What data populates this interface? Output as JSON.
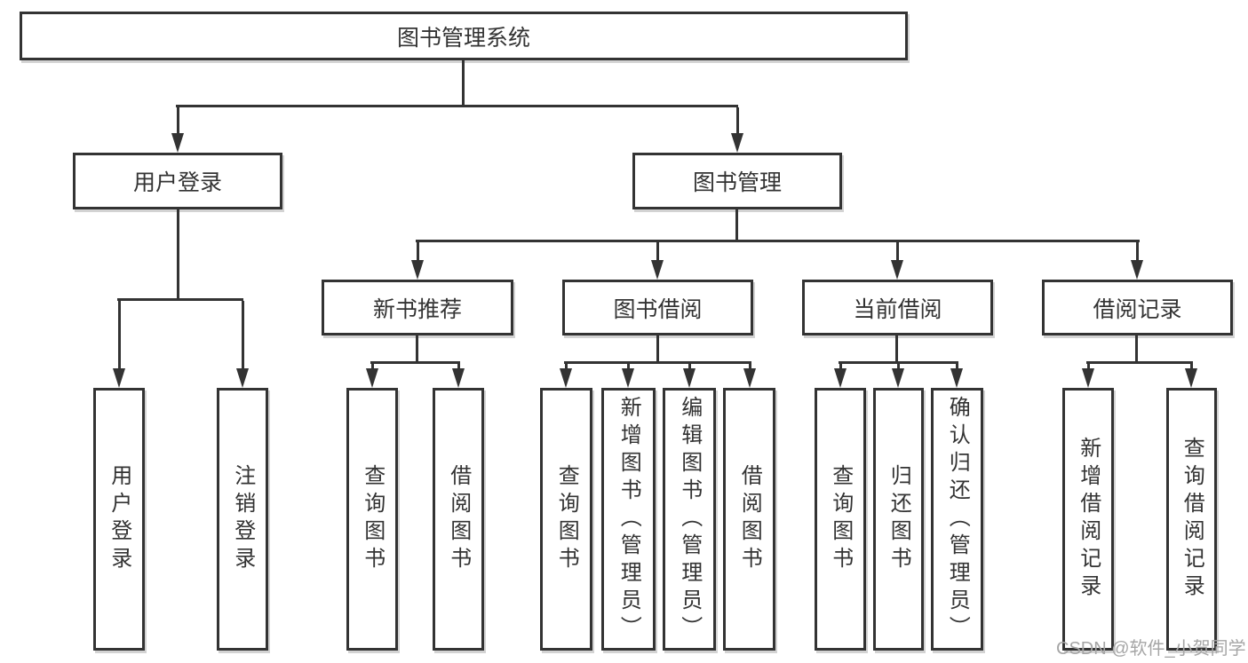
{
  "colors": {
    "line": "#333333",
    "text": "#333333",
    "watermark": "#a6a6a6",
    "background": "#ffffff"
  },
  "watermark": "CSDN @软件_小贺同学",
  "tree": {
    "root": {
      "label": "图书管理系统"
    },
    "level2": [
      {
        "label": "用户登录",
        "children": [
          {
            "label": "用户登录"
          },
          {
            "label": "注销登录"
          }
        ]
      },
      {
        "label": "图书管理",
        "children": [
          {
            "label": "新书推荐",
            "children": [
              {
                "label": "查询图书"
              },
              {
                "label": "借阅图书"
              }
            ]
          },
          {
            "label": "图书借阅",
            "children": [
              {
                "label": "查询图书"
              },
              {
                "label": "新增图书（管理员）"
              },
              {
                "label": "编辑图书（管理员）"
              },
              {
                "label": "借阅图书"
              }
            ]
          },
          {
            "label": "当前借阅",
            "children": [
              {
                "label": "查询图书"
              },
              {
                "label": "归还图书"
              },
              {
                "label": "确认归还（管理员）"
              }
            ]
          },
          {
            "label": "借阅记录",
            "children": [
              {
                "label": "新增借阅记录"
              },
              {
                "label": "查询借阅记录"
              }
            ]
          }
        ]
      }
    ]
  }
}
